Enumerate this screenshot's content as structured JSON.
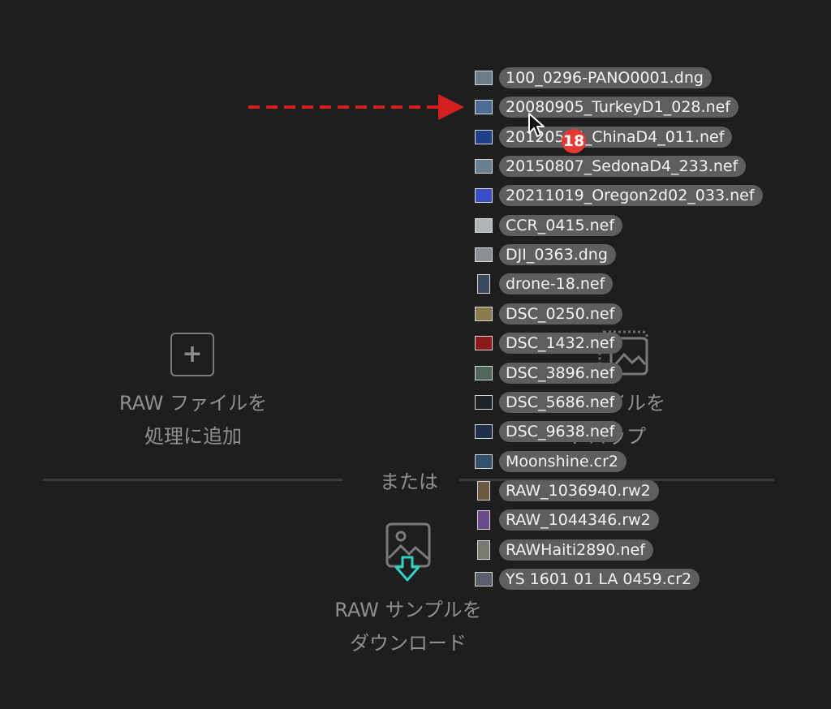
{
  "add_files": {
    "caption_line1": "RAW ファイルを",
    "caption_line2": "処理に追加",
    "icon": "plus-icon"
  },
  "separator": {
    "label": "または"
  },
  "drop_zone": {
    "caption_line1": "ファイルを",
    "caption_line2": "ドロップ",
    "icon": "image-icon"
  },
  "download": {
    "caption_line1": "RAW サンプルを",
    "caption_line2": "ダウンロード",
    "icon": "image-download-icon",
    "accent": "#2fd3c6"
  },
  "drag": {
    "count": "18",
    "badge_color": "#e53935",
    "arrow_color": "#d42020",
    "files": [
      {
        "name": "100_0296-PANO0001.dng",
        "thumb": "#6a7d88"
      },
      {
        "name": "20080905_TurkeyD1_028.nef",
        "thumb": "#4d6c96"
      },
      {
        "name": "20120515_ChinaD4_011.nef",
        "thumb": "#1f3f8a"
      },
      {
        "name": "20150807_SedonaD4_233.nef",
        "thumb": "#687f92"
      },
      {
        "name": "20211019_Oregon2d02_033.nef",
        "thumb": "#3b4fc4"
      },
      {
        "name": "CCR_0415.nef",
        "thumb": "#b0b6b8"
      },
      {
        "name": "DJI_0363.dng",
        "thumb": "#8a9096"
      },
      {
        "name": "drone-18.nef",
        "thumb": "#3a4a5c",
        "tall": true
      },
      {
        "name": "DSC_0250.nef",
        "thumb": "#8a7a50"
      },
      {
        "name": "DSC_1432.nef",
        "thumb": "#8a1a1a"
      },
      {
        "name": "DSC_3896.nef",
        "thumb": "#50685a"
      },
      {
        "name": "DSC_5686.nef",
        "thumb": "#1c2228"
      },
      {
        "name": "DSC_9638.nef",
        "thumb": "#1d2f4a"
      },
      {
        "name": "Moonshine.cr2",
        "thumb": "#34506c"
      },
      {
        "name": "RAW_1036940.rw2",
        "thumb": "#6a5a40",
        "tall": true
      },
      {
        "name": "RAW_1044346.rw2",
        "thumb": "#6a4a8a",
        "tall": true
      },
      {
        "name": "RAWHaiti2890.nef",
        "thumb": "#7a7a70",
        "tall": true
      },
      {
        "name": "YS 1601 01 LA 0459.cr2",
        "thumb": "#59606a"
      }
    ]
  }
}
